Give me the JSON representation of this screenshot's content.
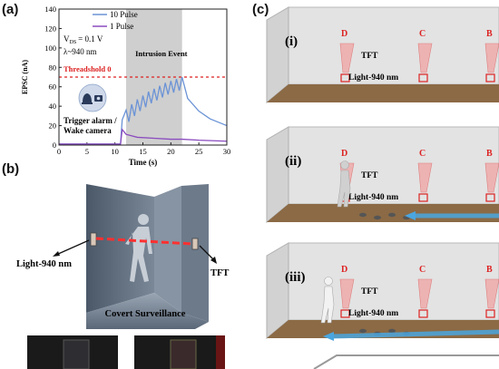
{
  "panels": {
    "a": "(a)",
    "b": "(b)",
    "c": "(c)"
  },
  "chart_data": {
    "type": "line",
    "xlabel": "Time (s)",
    "ylabel": "EPSC (nA)",
    "xlim": [
      0,
      30
    ],
    "ylim": [
      0,
      140
    ],
    "xticks": [
      0,
      5,
      10,
      15,
      20,
      25,
      30
    ],
    "yticks": [
      0,
      20,
      40,
      60,
      80,
      100,
      120,
      140
    ],
    "series": [
      {
        "name": "10 Pulse",
        "color": "#6b93d6",
        "x": [
          0,
          11,
          11.3,
          12,
          13,
          14,
          15,
          16,
          17,
          18,
          19,
          20,
          21,
          22,
          23,
          25,
          27,
          30
        ],
        "y": [
          1,
          1,
          26,
          36,
          42,
          47,
          51,
          55,
          58,
          61,
          64,
          66,
          68,
          70,
          48,
          35,
          27,
          20
        ]
      },
      {
        "name": "1 Pulse",
        "color": "#8a4bbf",
        "x": [
          0,
          11,
          11.3,
          12,
          14,
          17,
          20,
          22,
          25,
          30
        ],
        "y": [
          1,
          1,
          16,
          11,
          8,
          7,
          6,
          6,
          5,
          4
        ]
      }
    ],
    "threshold": {
      "label": "Threadshold 0",
      "value": 70,
      "color": "#d22"
    },
    "shaded_region": {
      "x": [
        12,
        22
      ],
      "label": "Intrusion Event"
    },
    "annotations": {
      "vds": "V",
      "vds_sub": "DS",
      "vds_val": "= 0.1 V",
      "lambda": "λ~940 nm",
      "alarm_line1": "Trigger alarm /",
      "alarm_line2": "Wake camera"
    }
  },
  "scene_b": {
    "light": "Light-940 nm",
    "tft": "TFT",
    "caption": "Covert Surveillance"
  },
  "scene_c": {
    "rows": [
      {
        "roman": "(i)"
      },
      {
        "roman": "(ii)"
      },
      {
        "roman": "(iii)"
      }
    ],
    "sensors": [
      "D",
      "C",
      "B"
    ],
    "tft": "TFT",
    "light": "Light-940 nm"
  }
}
